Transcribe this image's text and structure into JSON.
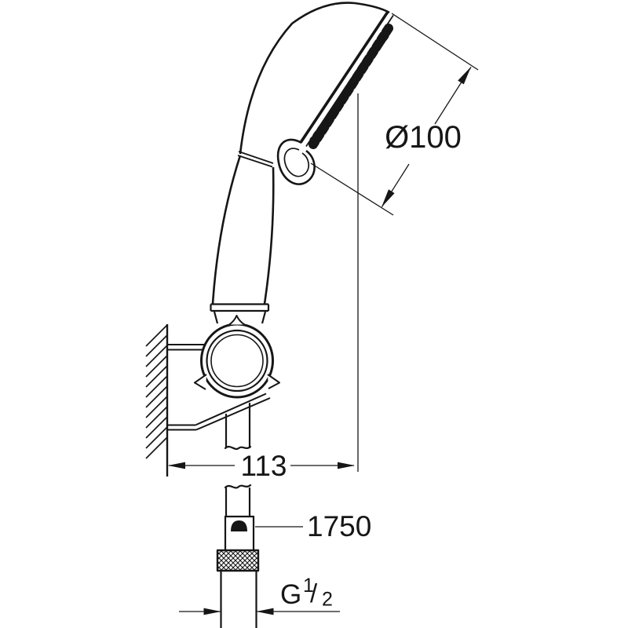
{
  "colors": {
    "line": "#161616",
    "background": "#ffffff"
  },
  "drawing": {
    "kind": "technical dimensional line drawing",
    "subject": "hand shower on wall holder with shower hose",
    "dimensions": {
      "head_diameter_label": "Ø100",
      "head_diameter_mm": 100,
      "wall_distance_label": "113",
      "wall_distance_mm": 113,
      "hose_length_label": "1750",
      "hose_length_mm": 1750,
      "thread_label": "G 1/2",
      "thread_g": "G",
      "thread_numerator": "1",
      "thread_slash": "/",
      "thread_denominator": "2"
    }
  }
}
